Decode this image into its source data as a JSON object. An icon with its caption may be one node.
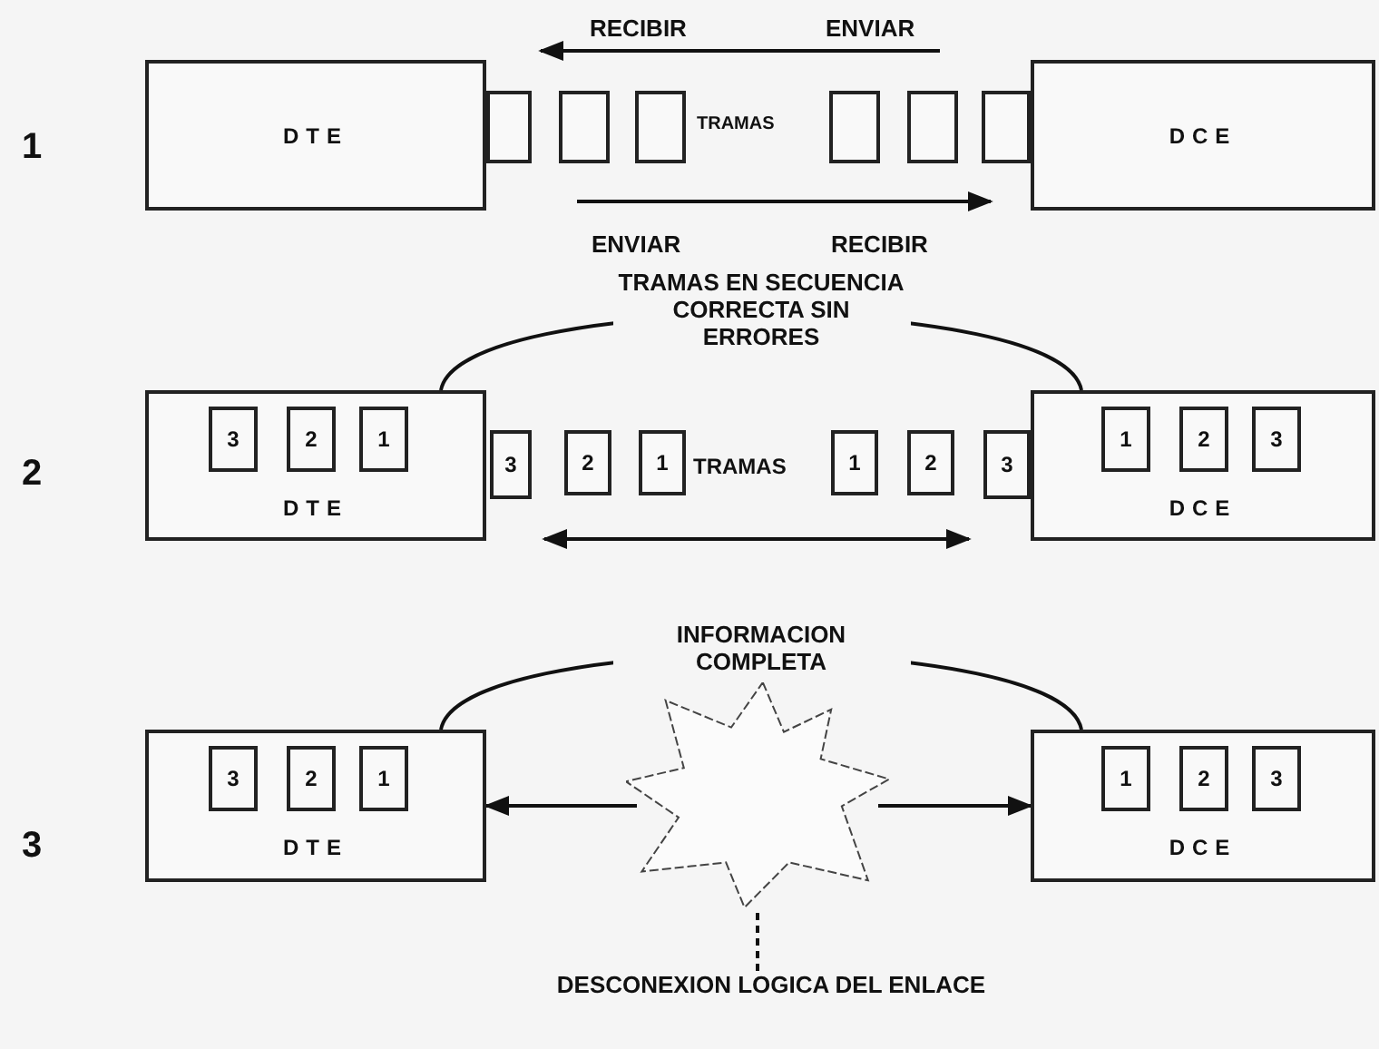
{
  "diagram": {
    "nodes": [
      {
        "text": [
          "DTE"
        ]
      },
      {
        "text": [],
        "shape": "box"
      },
      {
        "text": [],
        "shape": "box"
      },
      {
        "text": [],
        "shape": "box"
      },
      {
        "text": [],
        "shape": "box"
      },
      {
        "text": [],
        "shape": "box"
      },
      {
        "text": [],
        "shape": "box"
      },
      {
        "text": [
          "DCE"
        ]
      },
      {
        "text": [
          "DTE"
        ]
      },
      {
        "text": [
          "3"
        ],
        "in": 8
      },
      {
        "text": [
          "2"
        ],
        "in": 8
      },
      {
        "text": [
          "1"
        ],
        "in": 8
      },
      {
        "text": [
          "3"
        ]
      },
      {
        "text": [
          "2"
        ]
      },
      {
        "text": [
          "1"
        ]
      },
      {
        "text": [
          "1"
        ]
      },
      {
        "text": [
          "2"
        ]
      },
      {
        "text": [
          "3"
        ]
      },
      {
        "text": [
          "DCE"
        ]
      },
      {
        "text": [
          "1"
        ],
        "in": 18
      },
      {
        "text": [
          "2"
        ],
        "in": 18
      },
      {
        "text": [
          "3"
        ],
        "in": 18
      },
      {
        "text": [
          "DTE"
        ]
      },
      {
        "text": [
          "3"
        ],
        "in": 22
      },
      {
        "text": [
          "2"
        ],
        "in": 22
      },
      {
        "text": [
          "1"
        ],
        "in": 22
      },
      {
        "text": [],
        "shape": "star"
      },
      {
        "text": [
          "DCE"
        ]
      },
      {
        "text": [
          "1"
        ],
        "in": 27
      },
      {
        "text": [
          "2"
        ],
        "in": 27
      },
      {
        "text": [
          "3"
        ],
        "in": 27
      },
      {
        "text": [
          "DESCONEXION LOGICA DEL ENLACE"
        ]
      }
    ],
    "edges": [
      {
        "from": 8,
        "to": 18,
        "arrow": "none",
        "label": "TRAMAS EN SECUENCIA CORRECTA SIN ERRORES"
      },
      {
        "from": 22,
        "to": 27,
        "arrow": "none",
        "label": "INFORMACION COMPLETA"
      },
      {
        "from": 26,
        "to": 22,
        "arrow": "to"
      },
      {
        "from": 26,
        "to": 27,
        "arrow": "to"
      },
      {
        "from": 31,
        "to": 26,
        "arrow": "none",
        "style": "dashed"
      }
    ],
    "labels": [
      "RECIBIR",
      "ENVIAR",
      "1",
      "TRAMAS",
      "ENVIAR",
      "RECIBIR",
      "2",
      "TRAMAS",
      "3"
    ]
  }
}
